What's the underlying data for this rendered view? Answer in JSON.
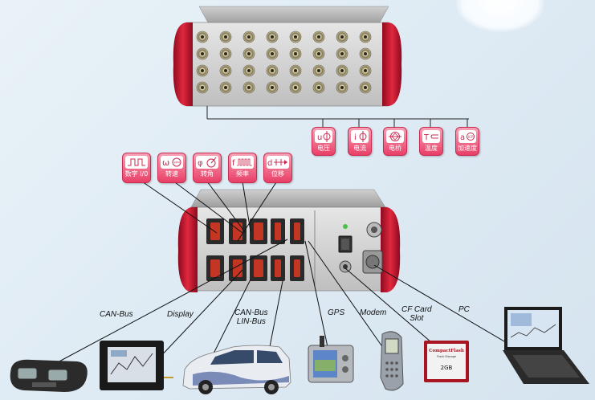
{
  "sensors_top": [
    {
      "icon": "voltage-icon",
      "label": "电压"
    },
    {
      "icon": "current-icon",
      "label": "电流"
    },
    {
      "icon": "bridge-icon",
      "label": "电桥"
    },
    {
      "icon": "temperature-icon",
      "label": "温度"
    },
    {
      "icon": "acceleration-icon",
      "label": "加速度"
    }
  ],
  "signals_left": [
    {
      "icon": "digital-io-icon",
      "label": "数字 I/0"
    },
    {
      "icon": "speed-icon",
      "label": "转速"
    },
    {
      "icon": "angle-icon",
      "label": "转角"
    },
    {
      "icon": "frequency-icon",
      "label": "频率"
    },
    {
      "icon": "displacement-icon",
      "label": "位移"
    }
  ],
  "devices": [
    {
      "id": "can-bus",
      "label": "CAN-Bus"
    },
    {
      "id": "display",
      "label": "Display"
    },
    {
      "id": "can-lin",
      "label": "CAN-Bus\nLIN-Bus"
    },
    {
      "id": "gps",
      "label": "GPS"
    },
    {
      "id": "modem",
      "label": "Modem"
    },
    {
      "id": "cf-card",
      "label": "CF Card\nSlot"
    },
    {
      "id": "pc",
      "label": "PC"
    }
  ],
  "cf_card": {
    "brand": "CompactFlash",
    "sub": "Flash Storage",
    "capacity": "2GB"
  },
  "colors": {
    "accent": "#e93f67",
    "chassis_red": "#c8102e",
    "panel": "#d8d8d8"
  }
}
